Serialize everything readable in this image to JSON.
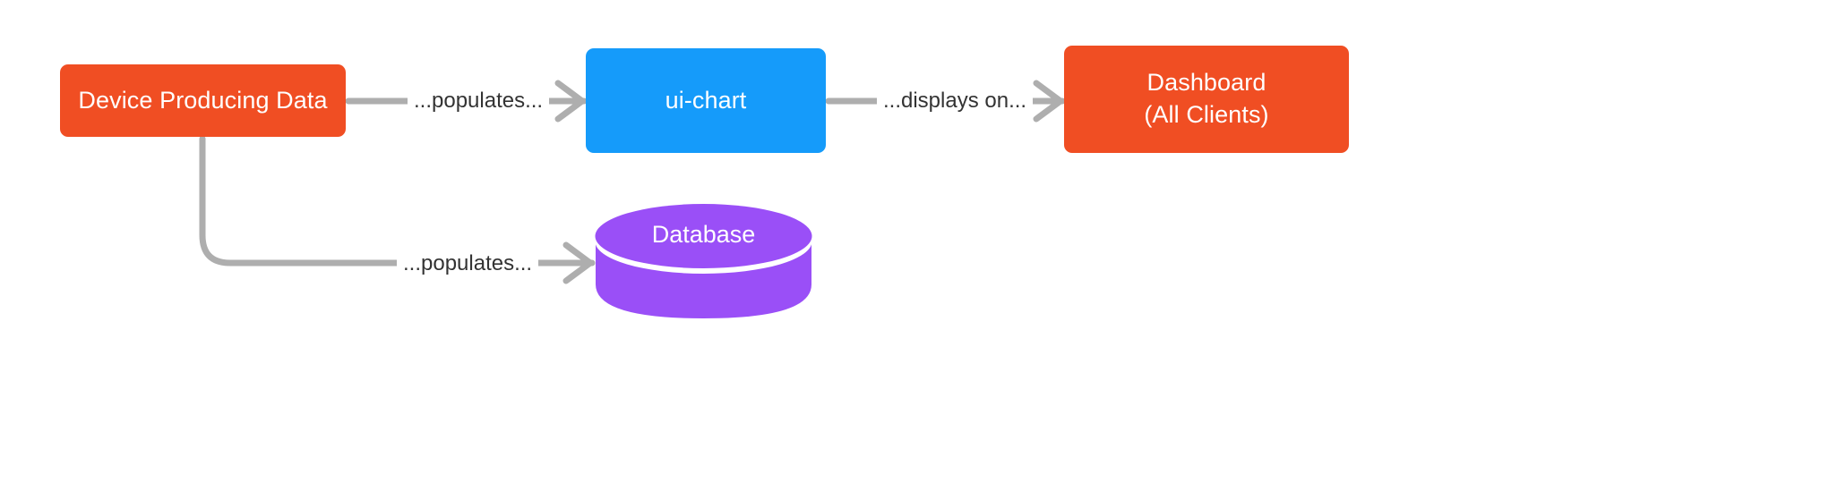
{
  "diagram": {
    "type": "flowchart",
    "direction": "left-to-right",
    "background_color": "#ffffff",
    "nodes": [
      {
        "id": "device",
        "label": "Device Producing Data",
        "shape": "rounded-rectangle",
        "fill_color": "#F04E23",
        "text_color": "#ffffff"
      },
      {
        "id": "ui-chart",
        "label": "ui-chart",
        "shape": "rounded-rectangle",
        "fill_color": "#159BFA",
        "text_color": "#ffffff"
      },
      {
        "id": "dashboard",
        "label_line1": "Dashboard",
        "label_line2": "(All Clients)",
        "shape": "rounded-rectangle",
        "fill_color": "#F04E23",
        "text_color": "#ffffff"
      },
      {
        "id": "database",
        "label": "Database",
        "shape": "cylinder",
        "fill_color": "#9A4FF7",
        "text_color": "#ffffff"
      }
    ],
    "edges": [
      {
        "id": "device-to-uichart",
        "from": "device",
        "to": "ui-chart",
        "label": "...populates...",
        "line_color": "#AEAEAE",
        "label_color": "#333333",
        "arrowhead": "open-chevron"
      },
      {
        "id": "uichart-to-dashboard",
        "from": "ui-chart",
        "to": "dashboard",
        "label": "...displays on...",
        "line_color": "#AEAEAE",
        "label_color": "#333333",
        "arrowhead": "open-chevron"
      },
      {
        "id": "device-to-database",
        "from": "device",
        "to": "database",
        "label": "...populates...",
        "line_color": "#AEAEAE",
        "label_color": "#333333",
        "arrowhead": "open-chevron",
        "routing": "elbow-down-then-right"
      }
    ]
  }
}
